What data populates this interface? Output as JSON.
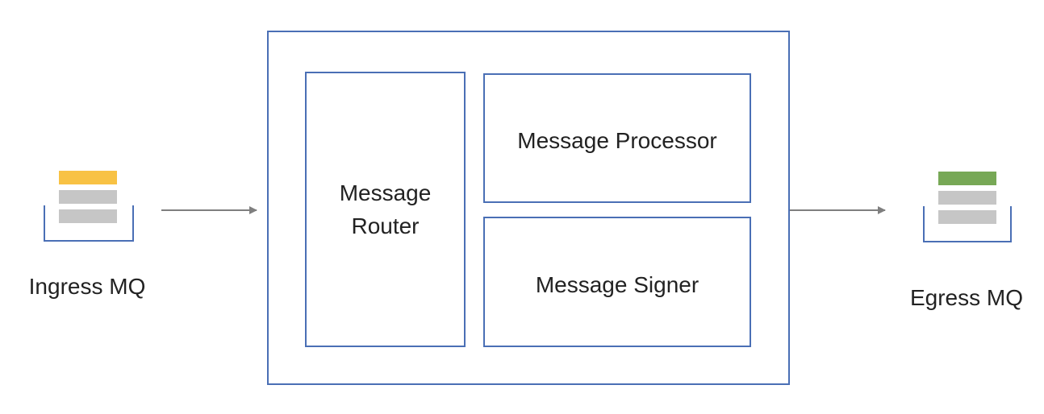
{
  "ingress": {
    "label": "Ingress MQ",
    "top_bar_color": "#f8c244",
    "bar_color": "#c6c6c6"
  },
  "egress": {
    "label": "Egress MQ",
    "top_bar_color": "#77a856",
    "bar_color": "#c6c6c6"
  },
  "components": {
    "router": {
      "line1": "Message",
      "line2": "Router"
    },
    "processor": {
      "label": "Message Processor"
    },
    "signer": {
      "label": "Message Signer"
    }
  },
  "colors": {
    "border": "#4a6fb5",
    "arrow": "#7f7f7f"
  }
}
